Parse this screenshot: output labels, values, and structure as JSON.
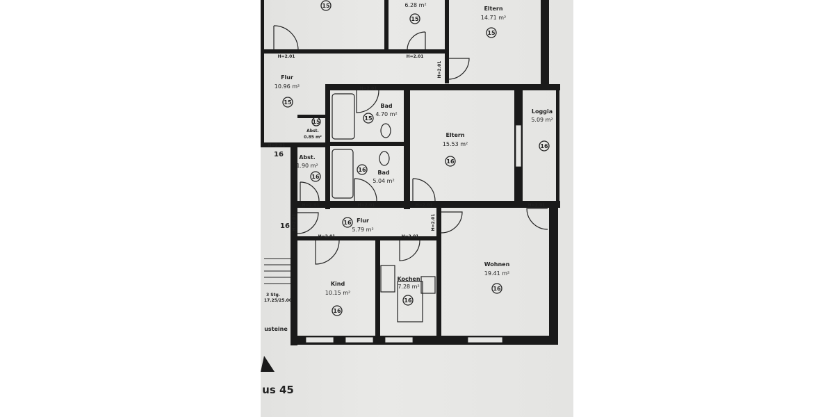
{
  "rooms": {
    "top_area": "6.28 m²",
    "eltern15": {
      "name": "Eltern",
      "area": "14.71 m²"
    },
    "flur15": {
      "name": "Flur",
      "area": "10.96 m²"
    },
    "bad15": {
      "name": "Bad",
      "area": "4.70 m²"
    },
    "abst15": {
      "name": "Abst.",
      "area": "0.85 m²"
    },
    "eltern16": {
      "name": "Eltern",
      "area": "15.53 m²"
    },
    "loggia16": {
      "name": "Loggia",
      "area": "5.09 m²"
    },
    "abst16": {
      "name": "Abst.",
      "area": "1.90 m²"
    },
    "bad16": {
      "name": "Bad",
      "area": "5.04 m²"
    },
    "flur16": {
      "name": "Flur",
      "area": "5.79 m²"
    },
    "kind16": {
      "name": "Kind",
      "area": "10.15 m²"
    },
    "kochen16": {
      "name": "Kochen",
      "area": "7.28 m²"
    },
    "wohnen16": {
      "name": "Wohnen",
      "area": "19.41 m²"
    }
  },
  "unit15": "15",
  "unit16": "16",
  "door_height": "H=2.01",
  "stairs": {
    "steps": "3 Stg.",
    "dims": "17.25/25.00"
  },
  "fragment_text": "usteine",
  "house_label": "us 45",
  "colors": {
    "paper": "#e4e4e2",
    "ink": "#1a1a1a"
  }
}
